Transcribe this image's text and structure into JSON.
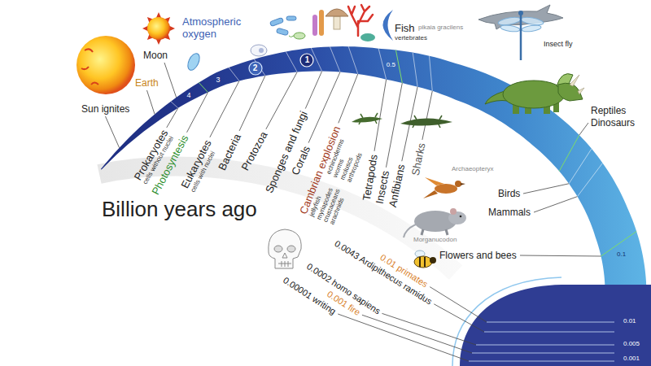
{
  "diagram": {
    "title": "Billion years ago",
    "nodes": [
      {
        "text": [
          "2"
        ]
      },
      {
        "text": [
          "1"
        ]
      }
    ],
    "labels": [
      "Sun ignites",
      "Moon",
      "Earth",
      "Atmospheric oxygen",
      "4",
      "3",
      "Prokaryotes",
      "cells without nuclei",
      "Photosyntesis",
      "Eukaryotes",
      "cells with nuclei",
      "Bacteria",
      "Protozoa",
      "Sponges and fungi",
      "Corals",
      "Cambrian explosion",
      "jellyfish",
      "myriapodes",
      "crustaceans",
      "arachnids",
      "echinoderms",
      "worms",
      "moluscs",
      "arthropods",
      "pikaia gracilens",
      "Fish",
      "vertebrates",
      "0.5",
      "Tetrapods",
      "Insects",
      "Anfibians",
      "Sharks",
      "Insect fly",
      "Reptiles",
      "Dinosaurs",
      "Archaeopteryx",
      "Birds",
      "Mammals",
      "Morganucodon",
      "Flowers and bees",
      "0.1",
      "0.0043 Ardipithecus ramidus",
      "0.01 primates",
      "0.0002 homo sapiens",
      "0.001 fire",
      "0.00001 writing",
      "0.01",
      "0.005",
      "0.001"
    ]
  }
}
